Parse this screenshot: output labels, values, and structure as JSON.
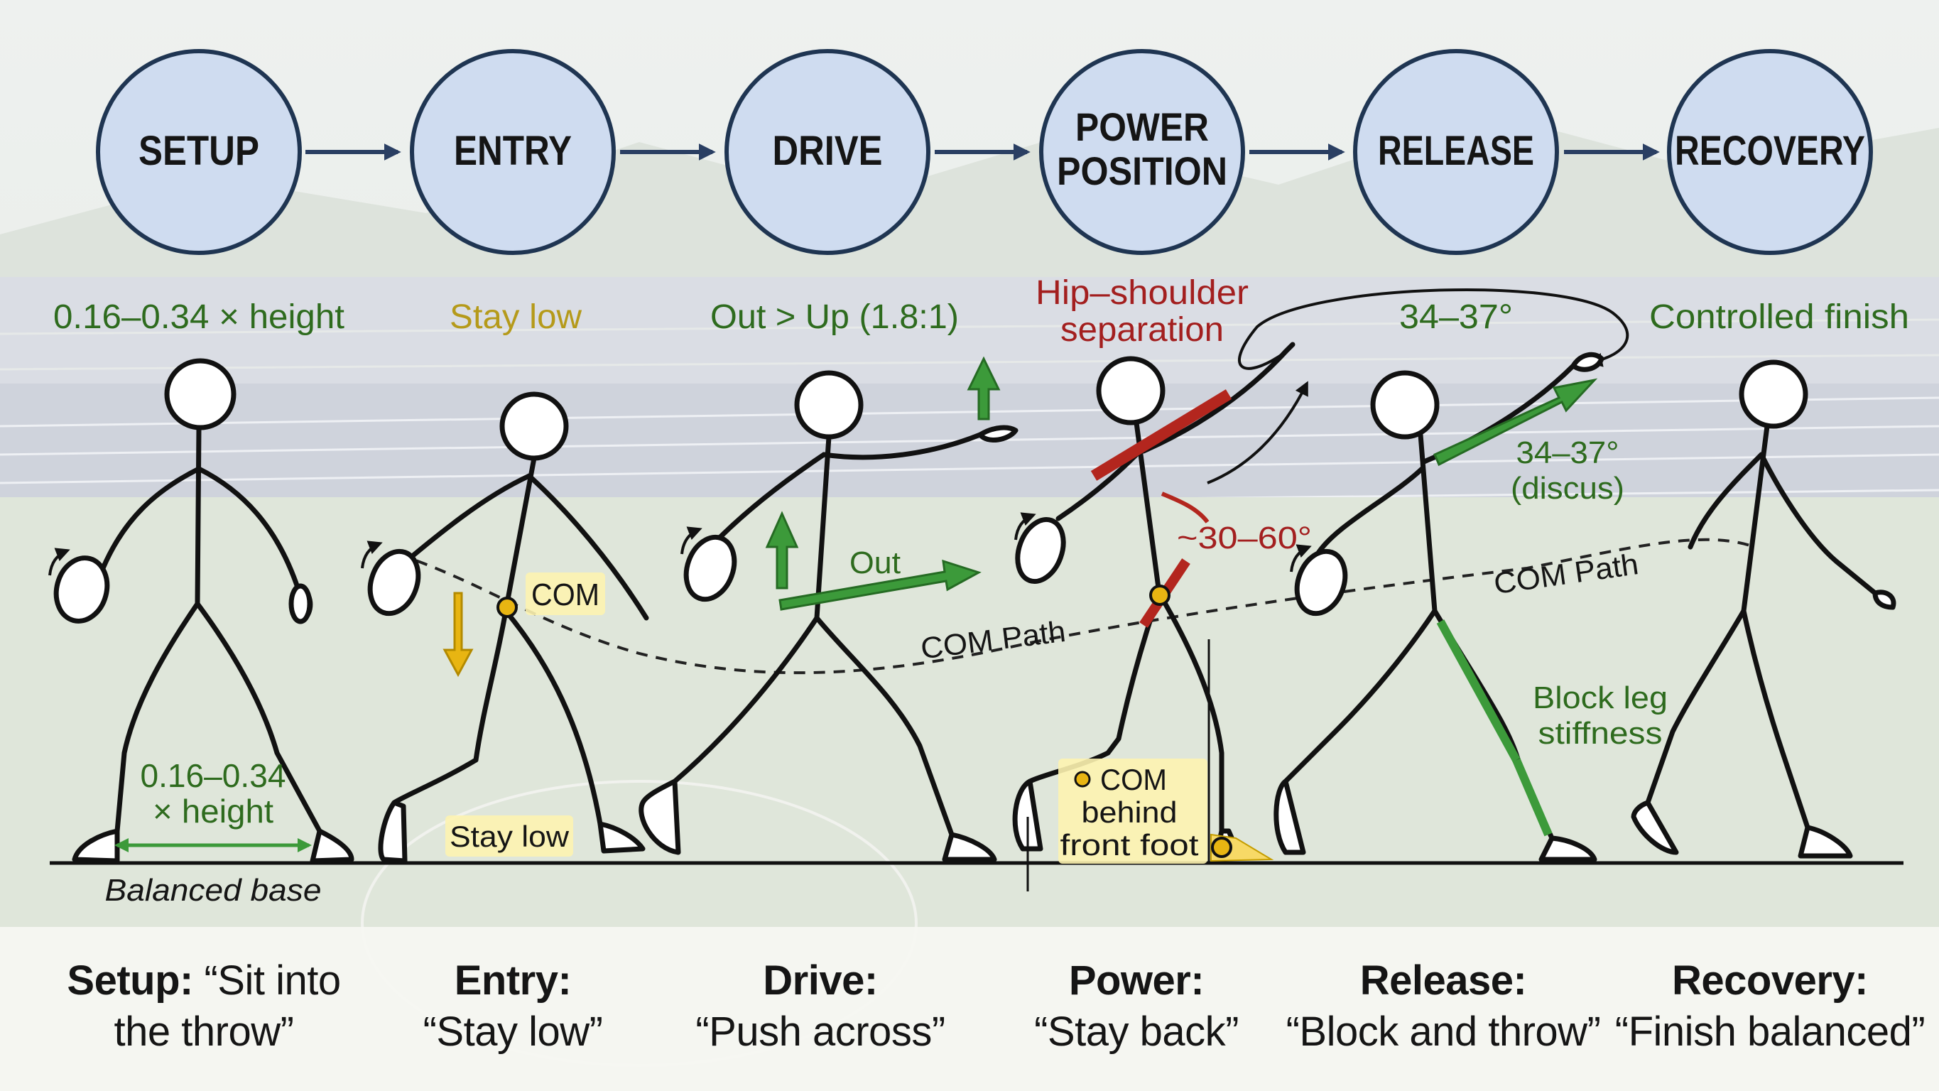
{
  "stages": [
    {
      "name": "SETUP",
      "cue_label": "0.16–0.34 × height",
      "cue_color": "#2e6b1e"
    },
    {
      "name": "ENTRY",
      "cue_label": "Stay low",
      "cue_color": "#b59a1a"
    },
    {
      "name": "DRIVE",
      "cue_label": "Out > Up (1.8:1)",
      "cue_color": "#2e6b1e"
    },
    {
      "name_line1": "POWER",
      "name_line2": "POSITION",
      "cue_line1": "Hip–shoulder",
      "cue_line2": "separation",
      "cue_color": "#a31f1f"
    },
    {
      "name": "RELEASE",
      "cue_label": "34–37°",
      "cue_color": "#2e6b1e"
    },
    {
      "name": "RECOVERY",
      "cue_label": "Controlled finish",
      "cue_color": "#2e6b1e"
    }
  ],
  "annotations": {
    "stance_width_line1": "0.16–0.34",
    "stance_width_line2": "× height",
    "balanced_base": "Balanced base",
    "com": "COM",
    "stay_low": "Stay low",
    "out": "Out",
    "com_path": "COM Path",
    "separation_angle": "~30–60°",
    "com_behind_line1": "COM",
    "com_behind_line2": "behind",
    "com_behind_line3": "front foot",
    "release_angle_line1": "34–37°",
    "release_angle_line2": "(discus)",
    "block_leg_line1": "Block leg",
    "block_leg_line2": "stiffness"
  },
  "captions": [
    {
      "title": "Setup:",
      "line1_rest": " “Sit into",
      "line2": "the throw”"
    },
    {
      "title": "Entry:",
      "line2": "“Stay low”"
    },
    {
      "title": "Drive:",
      "line2": "“Push across”"
    },
    {
      "title": "Power:",
      "line2": "“Stay back”"
    },
    {
      "title": "Release:",
      "line2": "“Block and throw”"
    },
    {
      "title": "Recovery:",
      "line2": "“Finish balanced”"
    }
  ],
  "colors": {
    "circle_fill": "#cfdcf0",
    "circle_stroke": "#1f3552",
    "arrow": "#2a3f63",
    "green": "#3c9a3a",
    "yellow": "#e8b512",
    "red": "#b3261e",
    "ink": "#111111"
  }
}
